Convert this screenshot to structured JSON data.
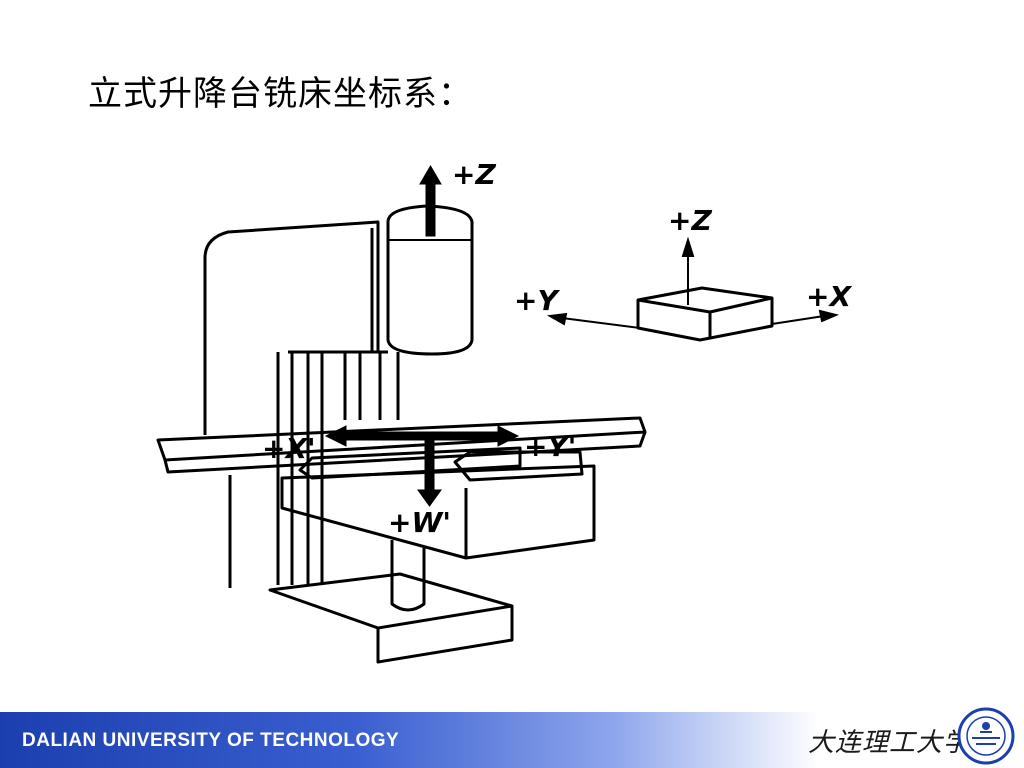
{
  "slide": {
    "title": "立式升降台铣床坐标系："
  },
  "diagram": {
    "machine_axes": {
      "z": "+Z",
      "x_prime": "+X'",
      "y_prime": "+Y'",
      "w_prime": "+W'"
    },
    "reference_axes": {
      "z": "+Z",
      "y": "+Y",
      "x": "+X"
    }
  },
  "footer": {
    "university_en": "DALIAN UNIVERSITY OF TECHNOLOGY",
    "university_cn": "大连理工大学"
  },
  "colors": {
    "footer_blue": "#1b3fae",
    "ink": "#000000"
  },
  "icons": {
    "seal": "university-seal-icon"
  }
}
